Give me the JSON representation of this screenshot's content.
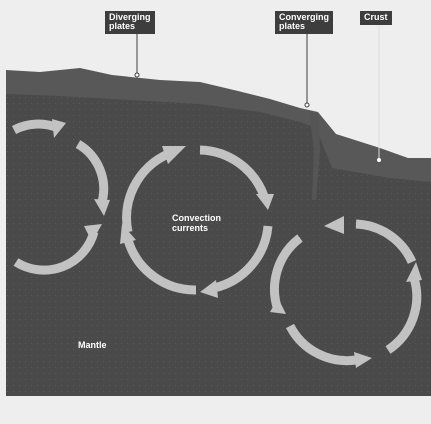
{
  "labels": {
    "diverging": "Diverging\nplates",
    "converging": "Converging\nplates",
    "crust": "Crust",
    "convection": "Convection\ncurrents",
    "mantle": "Mantle"
  },
  "colors": {
    "background": "#eeeeee",
    "crust": "#585858",
    "mantle": "#4a4a4a",
    "arrows": "#c2c2c2",
    "label_box": "#3d3d3d",
    "label_text": "#ffffff"
  },
  "icons": [
    "curved-arrow",
    "pointer-line"
  ]
}
